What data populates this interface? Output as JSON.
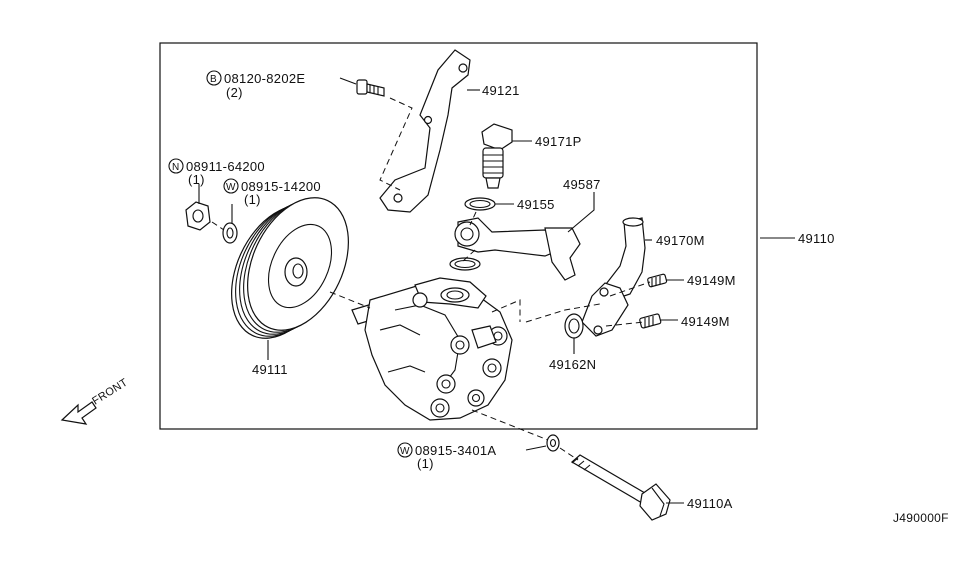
{
  "callouts": {
    "c_49121": "49121",
    "c_49171P": "49171P",
    "c_49587": "49587",
    "c_49155": "49155",
    "c_49170M": "49170M",
    "c_49110": "49110",
    "c_49149M_a": "49149M",
    "c_49149M_b": "49149M",
    "c_49162N": "49162N",
    "c_49111": "49111",
    "c_49110A": "49110A"
  },
  "fasteners": {
    "bolt_b": {
      "symbol": "B",
      "code": "08120-8202E",
      "qty": "(2)"
    },
    "nut_n": {
      "symbol": "N",
      "code": "08911-64200",
      "qty": "(1)"
    },
    "washer_w1": {
      "symbol": "W",
      "code": "08915-14200",
      "qty": "(1)"
    },
    "washer_w2": {
      "symbol": "W",
      "code": "08915-3401A",
      "qty": "(1)"
    }
  },
  "front_label": "FRONT",
  "diagram_code": "J490000F"
}
